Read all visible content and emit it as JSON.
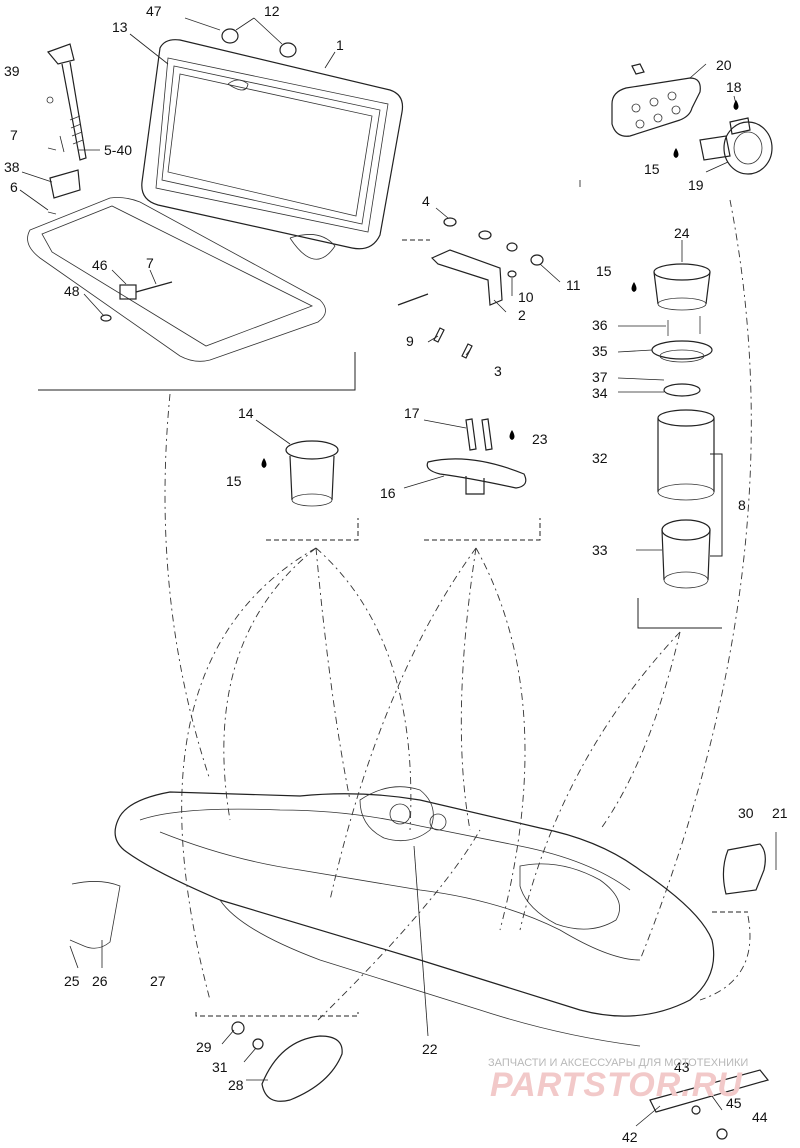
{
  "callouts": {
    "c1": "1",
    "c2": "2",
    "c3": "3",
    "c4": "4",
    "c5_40": "5-40",
    "c6": "6",
    "c7a": "7",
    "c7b": "7",
    "c8": "8",
    "c9": "9",
    "c10": "10",
    "c11": "11",
    "c12": "12",
    "c13": "13",
    "c14": "14",
    "c15a": "15",
    "c15b": "15",
    "c15c": "15",
    "c16": "16",
    "c17": "17",
    "c18": "18",
    "c19": "19",
    "c20": "20",
    "c21": "21",
    "c22": "22",
    "c23": "23",
    "c24": "24",
    "c25": "25",
    "c26": "26",
    "c27": "27",
    "c28": "28",
    "c29": "29",
    "c30": "30",
    "c31": "31",
    "c32": "32",
    "c33": "33",
    "c34": "34",
    "c35": "35",
    "c36": "36",
    "c37": "37",
    "c38": "38",
    "c39": "39",
    "c42": "42",
    "c43": "43",
    "c44": "44",
    "c45": "45",
    "c46": "46",
    "c47": "47",
    "c48": "48"
  },
  "watermark": {
    "tagline": "ЗАПЧАСТИ И АКСЕССУАРЫ ДЛЯ МОТОТЕХНИКИ",
    "brand": "PARTSTOR.RU"
  }
}
